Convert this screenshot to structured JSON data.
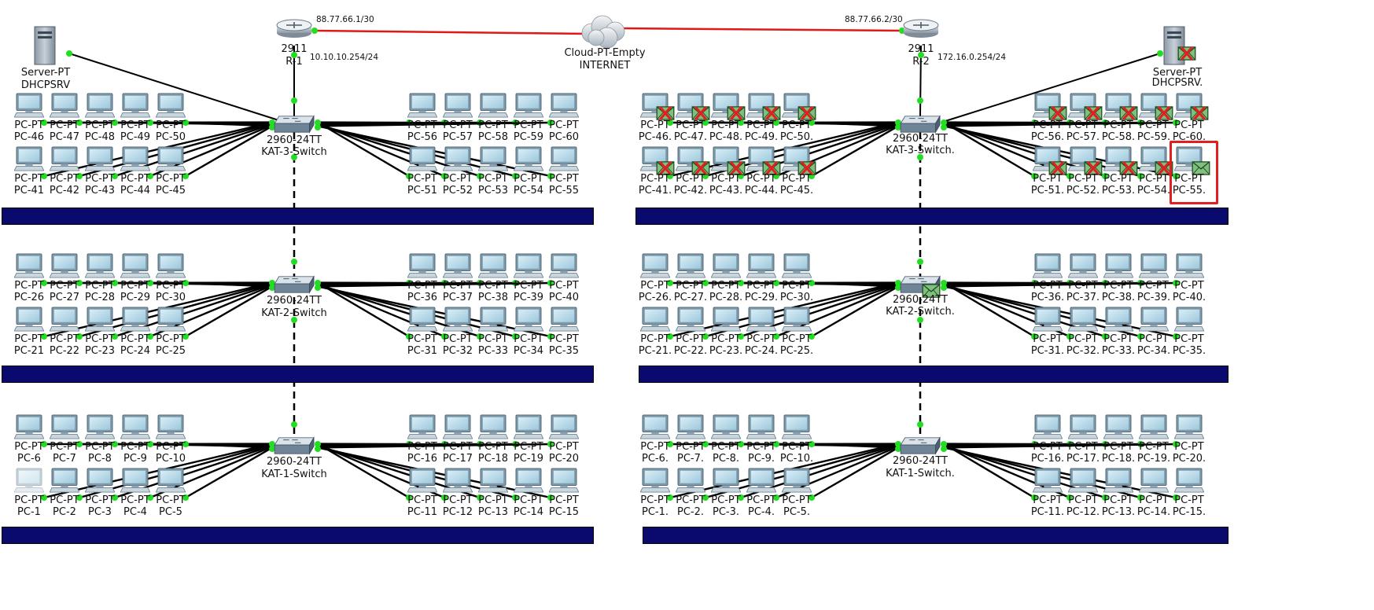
{
  "network_left": {
    "router": {
      "model": "2911",
      "name": "R-1",
      "lan_ip": "10.10.10.254/24",
      "wan_ip": "88.77.66.1/30"
    },
    "server": {
      "type": "Server-PT",
      "name": "DHCPSRV"
    },
    "switches": [
      {
        "model": "2960-24TT",
        "name": "KAT-3-Switch"
      },
      {
        "model": "2960-24TT",
        "name": "KAT-2-Switch"
      },
      {
        "model": "2960-24TT",
        "name": "KAT-1-Switch"
      }
    ],
    "pc_type": "PC-PT",
    "floors": [
      {
        "left_top": [
          "PC-46",
          "PC-47",
          "PC-48",
          "PC-49",
          "PC-50"
        ],
        "left_bottom": [
          "PC-41",
          "PC-42",
          "PC-43",
          "PC-44",
          "PC-45"
        ],
        "right_top": [
          "PC-56",
          "PC-57",
          "PC-58",
          "PC-59",
          "PC-60"
        ],
        "right_bottom": [
          "PC-51",
          "PC-52",
          "PC-53",
          "PC-54",
          "PC-55"
        ]
      },
      {
        "left_top": [
          "PC-26",
          "PC-27",
          "PC-28",
          "PC-29",
          "PC-30"
        ],
        "left_bottom": [
          "PC-21",
          "PC-22",
          "PC-23",
          "PC-24",
          "PC-25"
        ],
        "right_top": [
          "PC-36",
          "PC-37",
          "PC-38",
          "PC-39",
          "PC-40"
        ],
        "right_bottom": [
          "PC-31",
          "PC-32",
          "PC-33",
          "PC-34",
          "PC-35"
        ]
      },
      {
        "left_top": [
          "PC-6",
          "PC-7",
          "PC-8",
          "PC-9",
          "PC-10"
        ],
        "left_bottom": [
          "PC-1",
          "PC-2",
          "PC-3",
          "PC-4",
          "PC-5"
        ],
        "right_top": [
          "PC-16",
          "PC-17",
          "PC-18",
          "PC-19",
          "PC-20"
        ],
        "right_bottom": [
          "PC-11",
          "PC-12",
          "PC-13",
          "PC-14",
          "PC-15"
        ]
      }
    ]
  },
  "network_right": {
    "router": {
      "model": "2911",
      "name": "R-2",
      "lan_ip": "172.16.0.254/24",
      "wan_ip": "88.77.66.2/30"
    },
    "server": {
      "type": "Server-PT",
      "name": "DHCPSRV."
    },
    "switches": [
      {
        "model": "2960-24TT",
        "name": "KAT-3-Switch."
      },
      {
        "model": "2960-24TT",
        "name": "KAT-2-Switch."
      },
      {
        "model": "2960-24TT",
        "name": "KAT-1-Switch."
      }
    ],
    "pc_type": "PC-PT",
    "floors": [
      {
        "left_top": [
          "PC-46.",
          "PC-47.",
          "PC-48.",
          "PC-49.",
          "PC-50."
        ],
        "left_bottom": [
          "PC-41.",
          "PC-42.",
          "PC-43.",
          "PC-44.",
          "PC-45."
        ],
        "right_top": [
          "PC-56.",
          "PC-57.",
          "PC-58.",
          "PC-59.",
          "PC-60."
        ],
        "right_bottom": [
          "PC-51.",
          "PC-52.",
          "PC-53.",
          "PC-54.",
          "PC-55."
        ]
      },
      {
        "left_top": [
          "PC-26.",
          "PC-27.",
          "PC-28.",
          "PC-29.",
          "PC-30."
        ],
        "left_bottom": [
          "PC-21.",
          "PC-22.",
          "PC-23.",
          "PC-24.",
          "PC-25."
        ],
        "right_top": [
          "PC-36.",
          "PC-37.",
          "PC-38.",
          "PC-39.",
          "PC-40."
        ],
        "right_bottom": [
          "PC-31.",
          "PC-32.",
          "PC-33.",
          "PC-34.",
          "PC-35."
        ]
      },
      {
        "left_top": [
          "PC-6.",
          "PC-7.",
          "PC-8.",
          "PC-9.",
          "PC-10."
        ],
        "left_bottom": [
          "PC-1.",
          "PC-2.",
          "PC-3.",
          "PC-4.",
          "PC-5."
        ],
        "right_top": [
          "PC-16.",
          "PC-17.",
          "PC-18.",
          "PC-19.",
          "PC-20."
        ],
        "right_bottom": [
          "PC-11.",
          "PC-12.",
          "PC-13.",
          "PC-14.",
          "PC-15."
        ]
      }
    ]
  },
  "cloud": {
    "type": "Cloud-PT-Empty",
    "name": "INTERNET"
  },
  "colors": {
    "wan_link": "#e01818",
    "floor_bar": "#0a0a6e",
    "port_led": "#22dd22",
    "selection": "#e02020",
    "failed_pdu": "#e02020"
  }
}
